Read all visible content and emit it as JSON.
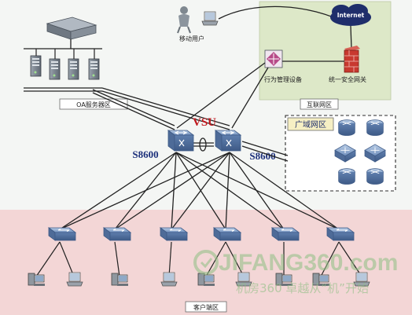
{
  "zones": {
    "oa_servers": "OA服务器区",
    "internet_zone": "互联网区",
    "wan_zone": "广域网区",
    "client_zone": "客户端区"
  },
  "labels": {
    "mobile_user": "移动用户",
    "internet_cloud": "Internet",
    "behavior_mgmt": "行为管理设备",
    "unified_gateway": "统一安全网关",
    "vsu": "VSU",
    "core_left": "S8600",
    "core_right": "S8600"
  },
  "watermark": {
    "brand": "JIFANG360.com",
    "slogan": "机房360 卓越从“机”开始"
  },
  "colors": {
    "internet_zone_bg": "#dde8c8",
    "client_zone_bg": "#f3d6d6",
    "vsu_red": "#c0181e",
    "core_label_blue": "#1b2f7a",
    "device_blue": "#7f9fc7",
    "firewall_red": "#c8392f"
  }
}
